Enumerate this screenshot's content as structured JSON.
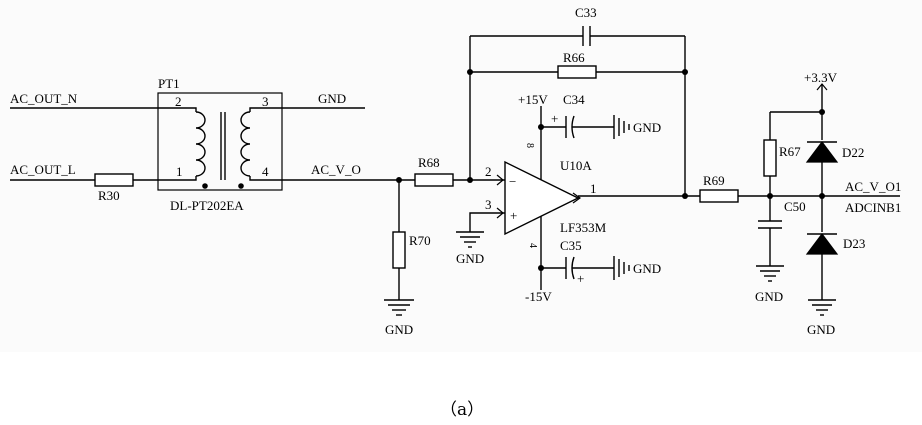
{
  "caption": "（a）",
  "nets": {
    "ac_out_n": "AC_OUT_N",
    "ac_out_l": "AC_OUT_L",
    "gnd_top": "GND",
    "ac_v_o": "AC_V_O",
    "ac_v_o1": "AC_V_O1",
    "adcinb1": "ADCINB1",
    "plus33": "+3.3V",
    "plus15": "+15V",
    "minus15": "-15V",
    "gnd": "GND"
  },
  "transformer": {
    "ref": "PT1",
    "part": "DL-PT202EA",
    "pins": [
      "2",
      "3",
      "1",
      "4"
    ]
  },
  "opamp": {
    "ref": "U10A",
    "part": "LF353M",
    "pins": {
      "inv": "2",
      "noninv": "3",
      "out": "1",
      "vpos": "8",
      "vneg": "4"
    },
    "minus_sign": "−",
    "plus_sign": "+"
  },
  "components": {
    "r30": "R30",
    "r68": "R68",
    "r70": "R70",
    "r66": "R66",
    "c33": "C33",
    "c34": "C34",
    "c35": "C35",
    "r69": "R69",
    "c50": "C50",
    "r67": "R67",
    "d22": "D22",
    "d23": "D23",
    "plus_mark": "+"
  }
}
